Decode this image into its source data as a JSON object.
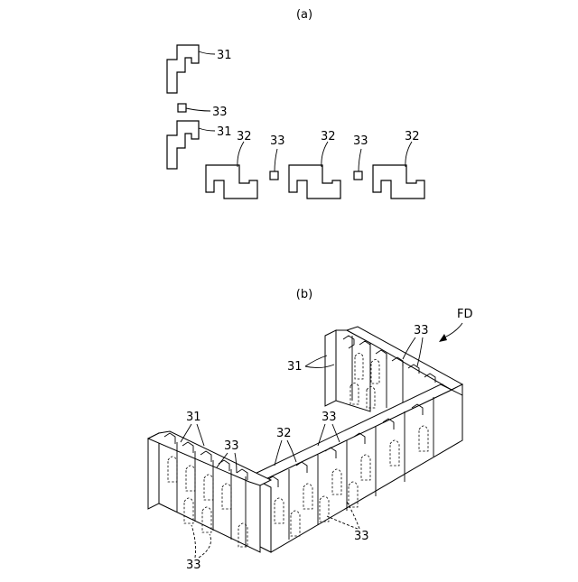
{
  "panels": {
    "a": {
      "caption": "(a)"
    },
    "b": {
      "caption": "(b)"
    }
  },
  "labels": {
    "first_block": "31",
    "second_block": "32",
    "connector": "33",
    "assembly": "FD"
  }
}
